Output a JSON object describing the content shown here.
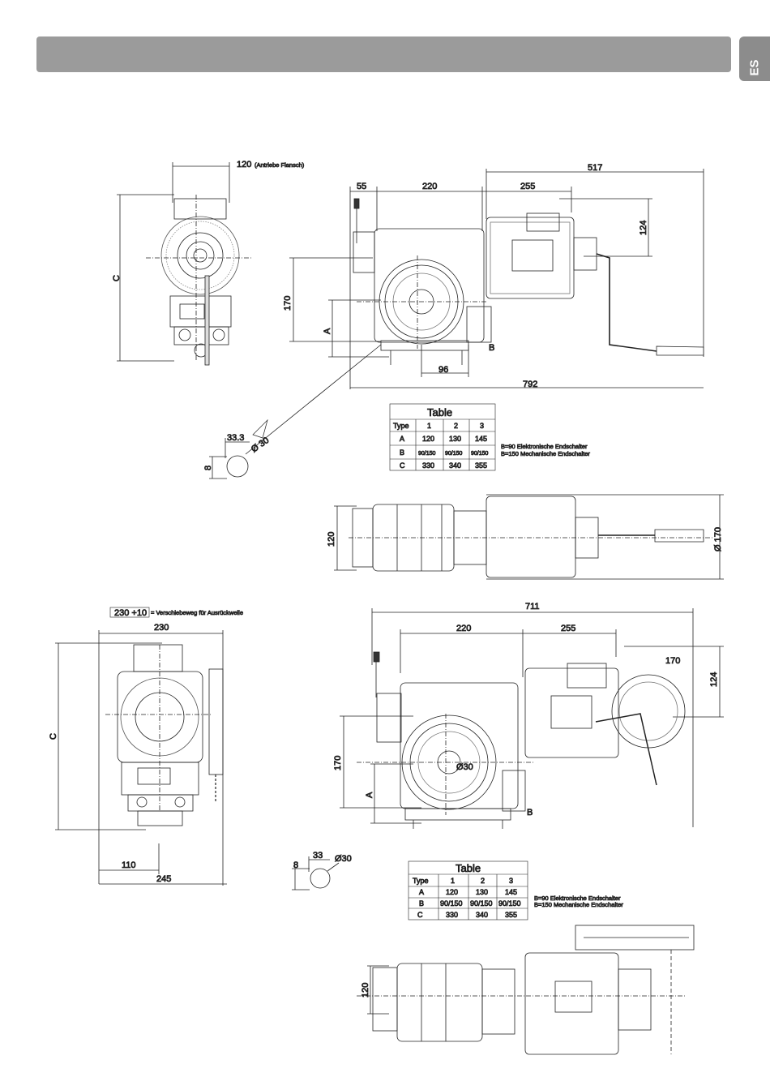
{
  "header": {
    "lang_tab": "ES"
  },
  "drawing1": {
    "dims": {
      "flange": "120",
      "flange_note": "(Antriebe Flansch)",
      "d55": "55",
      "d220": "220",
      "d255": "255",
      "d517": "517",
      "d124": "124",
      "d170": "170",
      "dA": "A",
      "dB": "B",
      "dC": "C",
      "d96": "96",
      "d792": "792",
      "shaft_offset": "33.3",
      "shaft_dia": "Ø 30",
      "key": "8",
      "top_120": "120",
      "top_dia": "Ø 170"
    },
    "table": {
      "title": "Table",
      "headers": [
        "Type",
        "1",
        "2",
        "3"
      ],
      "rows": [
        [
          "A",
          "120",
          "130",
          "145"
        ],
        [
          "B",
          "90/150",
          "90/150",
          "90/150"
        ],
        [
          "C",
          "330",
          "340",
          "355"
        ]
      ],
      "notes": [
        "B=90 Elektronische Endschalter",
        "B=150 Mechanische Endschalter"
      ]
    }
  },
  "drawing2": {
    "dims": {
      "travel_box": "230 +10",
      "travel_note": "= Verschiebeweg für Ausrückwelle",
      "d230": "230",
      "dC": "C",
      "d110": "110",
      "d245": "245",
      "d711": "711",
      "d220": "220",
      "d255": "255",
      "d170r": "170",
      "d124": "124",
      "d170": "170",
      "dA": "A",
      "dB": "B",
      "shaft_dia": "Ø30",
      "shaft_offset": "33",
      "key": "8",
      "shaft_dia2": "Ø30",
      "top_120": "120"
    },
    "table": {
      "title": "Table",
      "headers": [
        "Type",
        "1",
        "2",
        "3"
      ],
      "rows": [
        [
          "A",
          "120",
          "130",
          "145"
        ],
        [
          "B",
          "90/150",
          "90/150",
          "90/150"
        ],
        [
          "C",
          "330",
          "340",
          "355"
        ]
      ],
      "notes": [
        "B=90 Elektronische Endschalter",
        "B=150 Mechanische Endschalter"
      ]
    }
  }
}
